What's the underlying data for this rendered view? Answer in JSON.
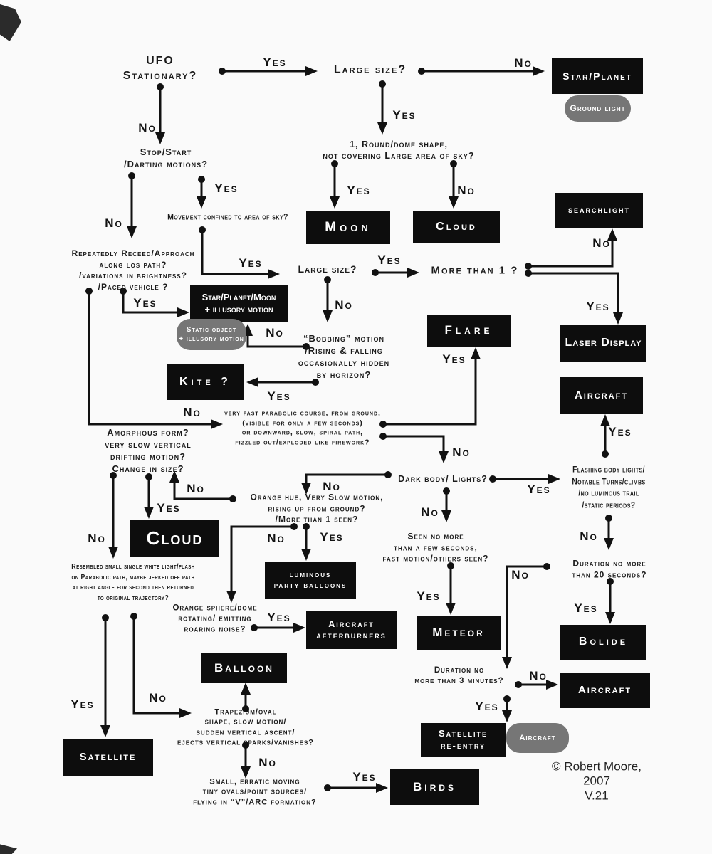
{
  "labels": {
    "yes": "Yes",
    "no": "No"
  },
  "questions": {
    "ufo_stationary": "UFO\nStationary?",
    "large_size_top": "Large size?",
    "round_dome": "1, Round/dome shape,\nnot covering Large area of sky?",
    "stop_start": "Stop/Start\n/Darting motions?",
    "movement_confined": "Movement confined to area of sky?",
    "repeatedly_receed": "Repeatedly Receed/Approach\nalong los path?\n/variations in brightness?\n/Paced vehicle ?",
    "large_size_mid": "Large size?",
    "more_than_1": "More than 1 ?",
    "bobbing": "“Bobbing” motion\n/Rising & falling\noccasionally hidden\nby horizon?",
    "parabolic": "very fast parabolic course, from ground,\n(visible for only a few seconds)\nor downward, slow, spiral path,\nfizzled out/exploded like firework?",
    "dark_body": "Dark body/ Lights?",
    "orange_hue": "Orange hue, Very Slow motion,\nrising up from ground?\n/More than 1 seen?",
    "amorphous": "Amorphous form?\nvery slow vertical\ndrifting motion?\nChange in size?",
    "flashing": "Flashing body lights/\nNotable Turns/climbs\n/no luminous trail\n/static periods?",
    "seen_no_more": "Seen no more\nthan a few seconds,\nfast motion/others seen?",
    "duration_20": "Duration no more\nthan 20 seconds?",
    "resembled": "Resembled small single white light/flash\non Parabolic path, maybe jerked off path\nat right angle for second then returned\nto original trajectory?",
    "orange_sphere": "Orange sphere/dome\nrotating/ emitting\nroaring noise?",
    "trapezium": "Trapezium/oval\nshape, slow motion/\nsudden vertical ascent/\nejects vertical sparks/vanishes?",
    "duration_3": "Duration no\nmore than 3 minutes?",
    "small_erratic": "Small, erratic moving\ntiny ovals/point sources/\nflying in “V”/ARC formation?"
  },
  "terminals": {
    "star_planet": "Star/Planet",
    "ground_light": "Ground light",
    "moon": "Moon",
    "cloud_top": "Cloud",
    "searchlight": "searchlight",
    "laser_display": "Laser Display",
    "aircraft_right": "Aircraft",
    "star_planet_moon": "Star/Planet/Moon\n+ illusory motion",
    "static_object": "Static object\n+ illusory motion",
    "kite": "Kite ?",
    "flare": "Flare",
    "cloud_big": "Cloud",
    "luminous": "luminous\nparty balloons",
    "afterburners": "Aircraft\nafterburners",
    "balloon": "Balloon",
    "meteor": "Meteor",
    "bolide": "Bolide",
    "aircraft_mid": "Aircraft",
    "satellite_reentry": "Satellite\nre-entry",
    "aircraft_pill": "Aircraft",
    "satellite": "Satellite",
    "birds": "Birds"
  },
  "footer": {
    "copyright": "© Robert Moore, 2007\nV.21"
  },
  "colors": {
    "box_bg": "#0d0d0d",
    "box_text": "#ffffff",
    "pill_bg": "#767676",
    "line": "#111111",
    "background": "#fafafa"
  }
}
